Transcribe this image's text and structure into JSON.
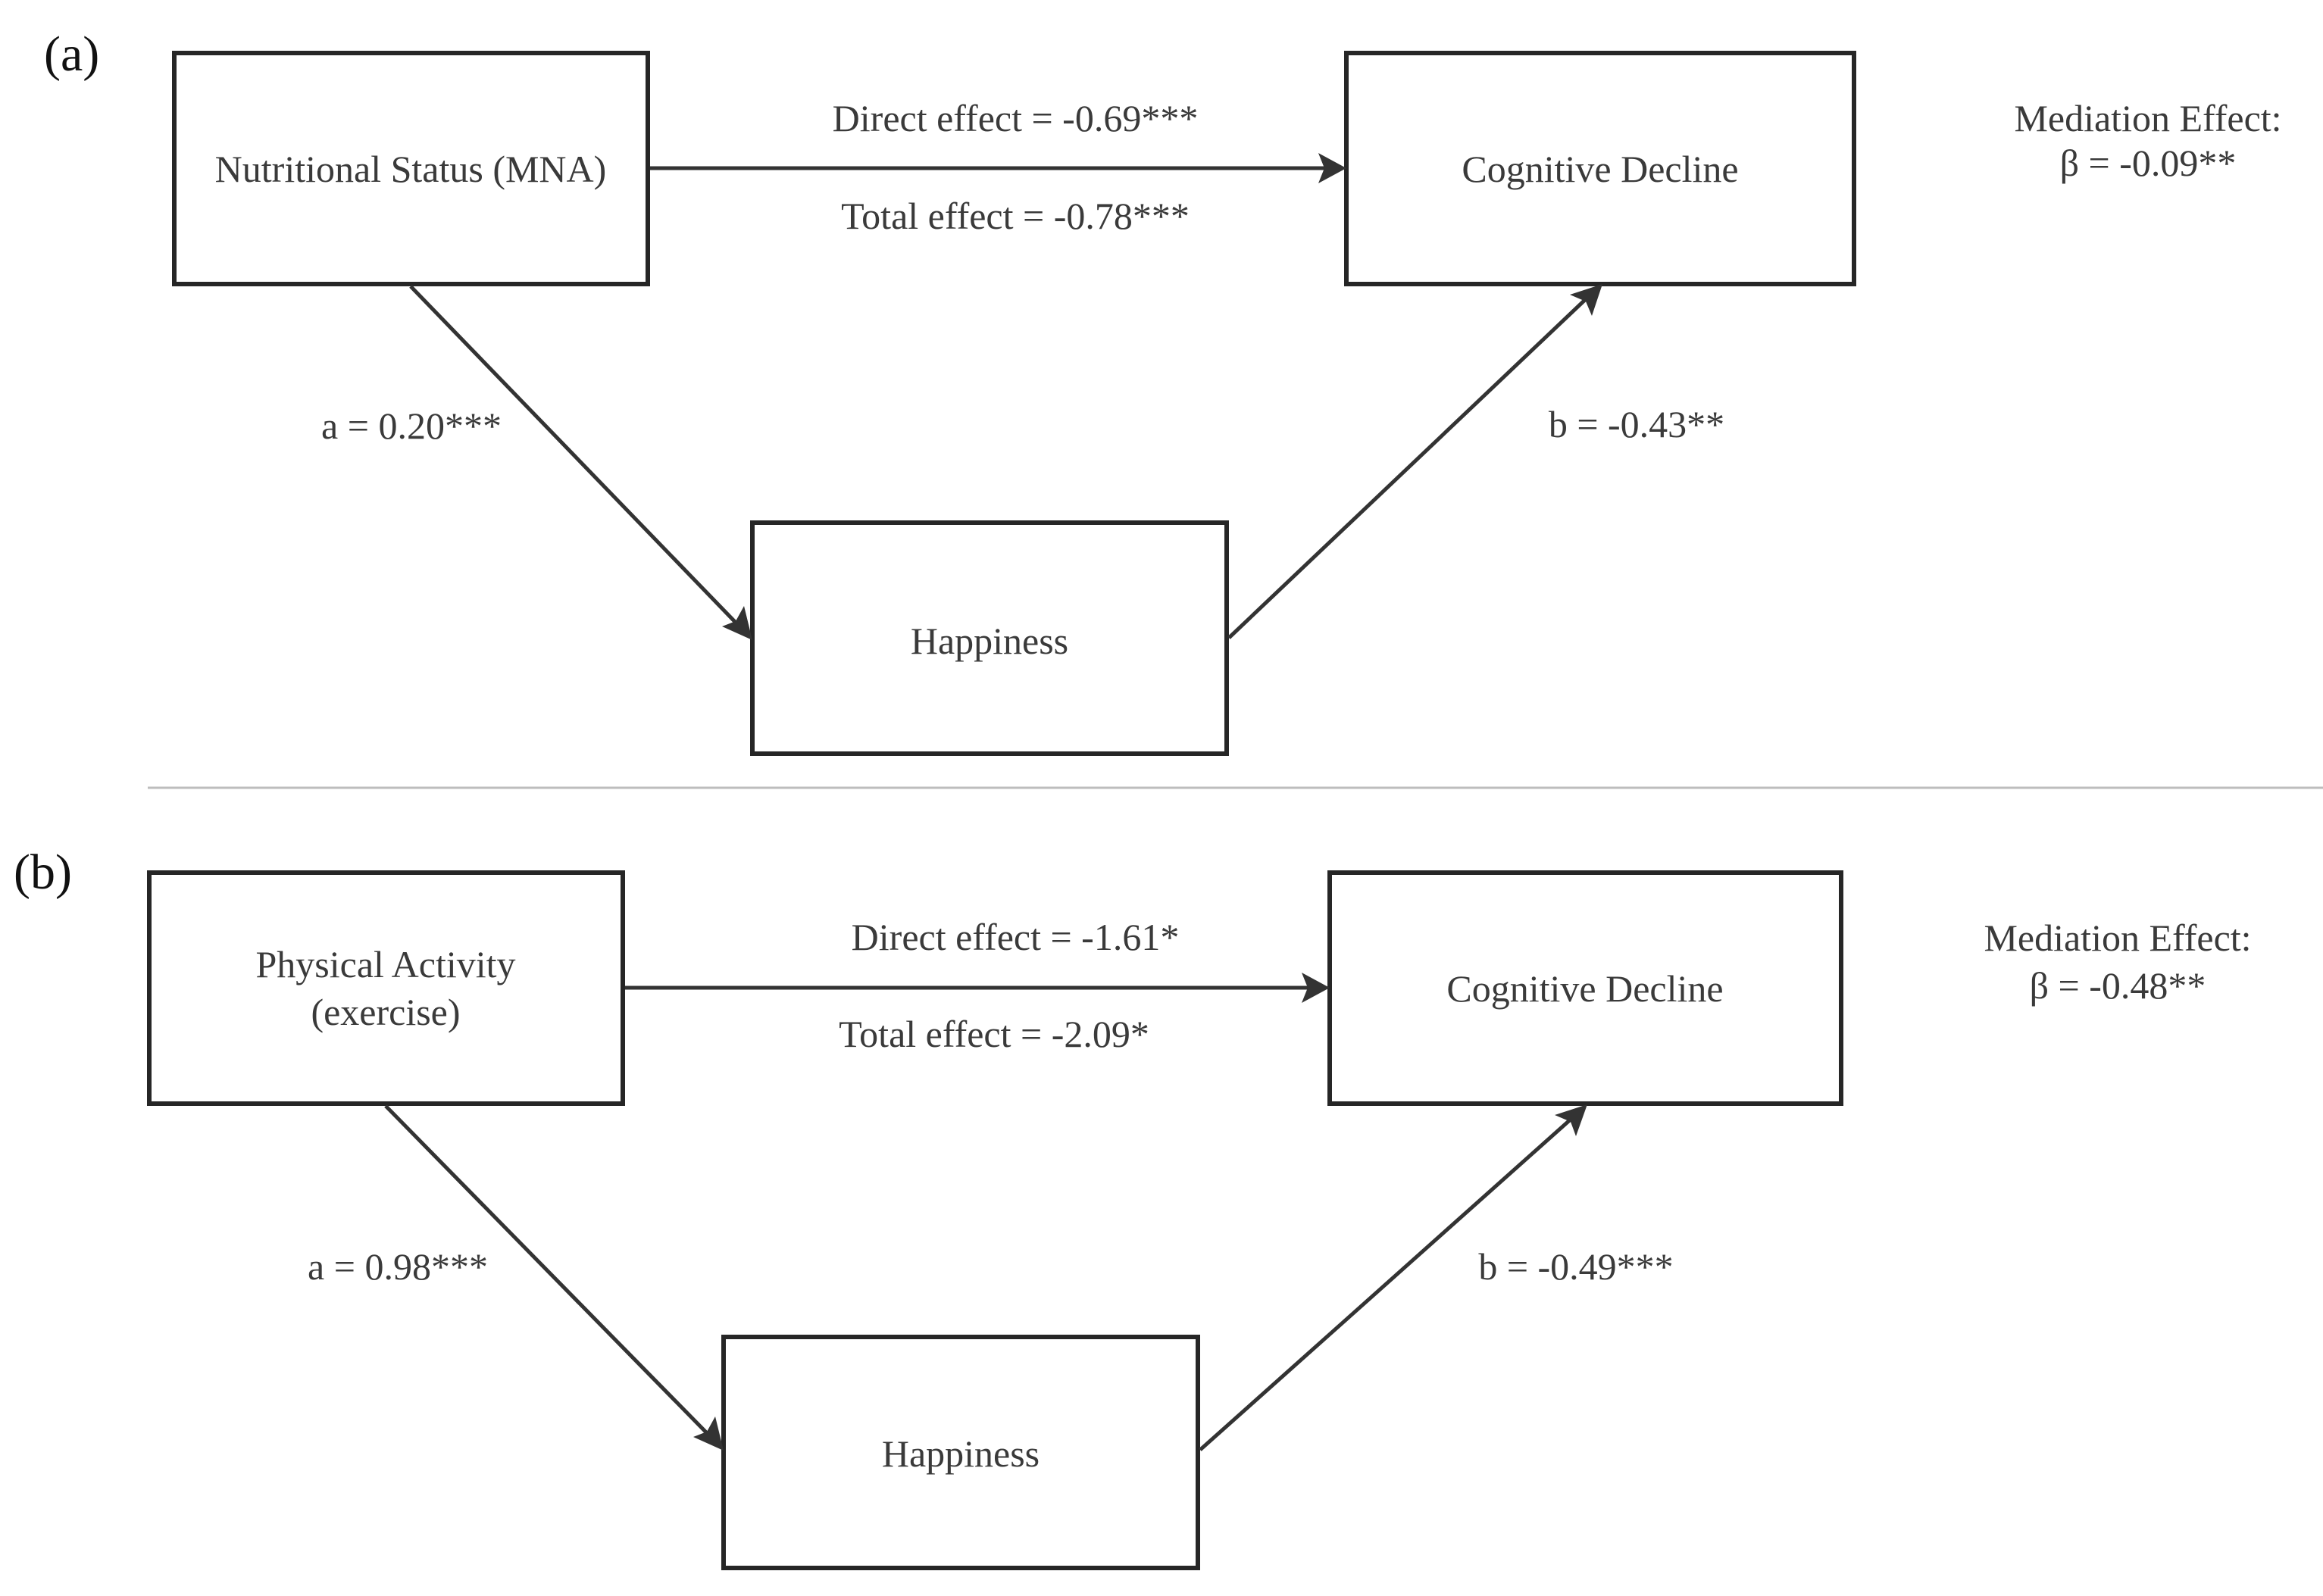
{
  "panels": [
    {
      "label": "(a)",
      "predictor": {
        "lines": [
          "Nutritional Status (MNA)"
        ]
      },
      "outcome": {
        "lines": [
          "Cognitive Decline"
        ]
      },
      "mediator": {
        "lines": [
          "Happiness"
        ]
      },
      "direct_effect": "Direct effect = -0.69***",
      "total_effect": "Total effect = -0.78***",
      "path_a": "a = 0.20***",
      "path_b": "b = -0.43**",
      "mediation_title": "Mediation Effect:",
      "mediation_value": "β = -0.09**"
    },
    {
      "label": "(b)",
      "predictor": {
        "lines": [
          "Physical Activity",
          "(exercise)"
        ]
      },
      "outcome": {
        "lines": [
          "Cognitive Decline"
        ]
      },
      "mediator": {
        "lines": [
          "Happiness"
        ]
      },
      "direct_effect": "Direct effect = -1.61*",
      "total_effect": "Total effect = -2.09*",
      "path_a": "a = 0.98***",
      "path_b": "b = -0.49***",
      "mediation_title": "Mediation Effect:",
      "mediation_value": "β = -0.48**"
    }
  ]
}
